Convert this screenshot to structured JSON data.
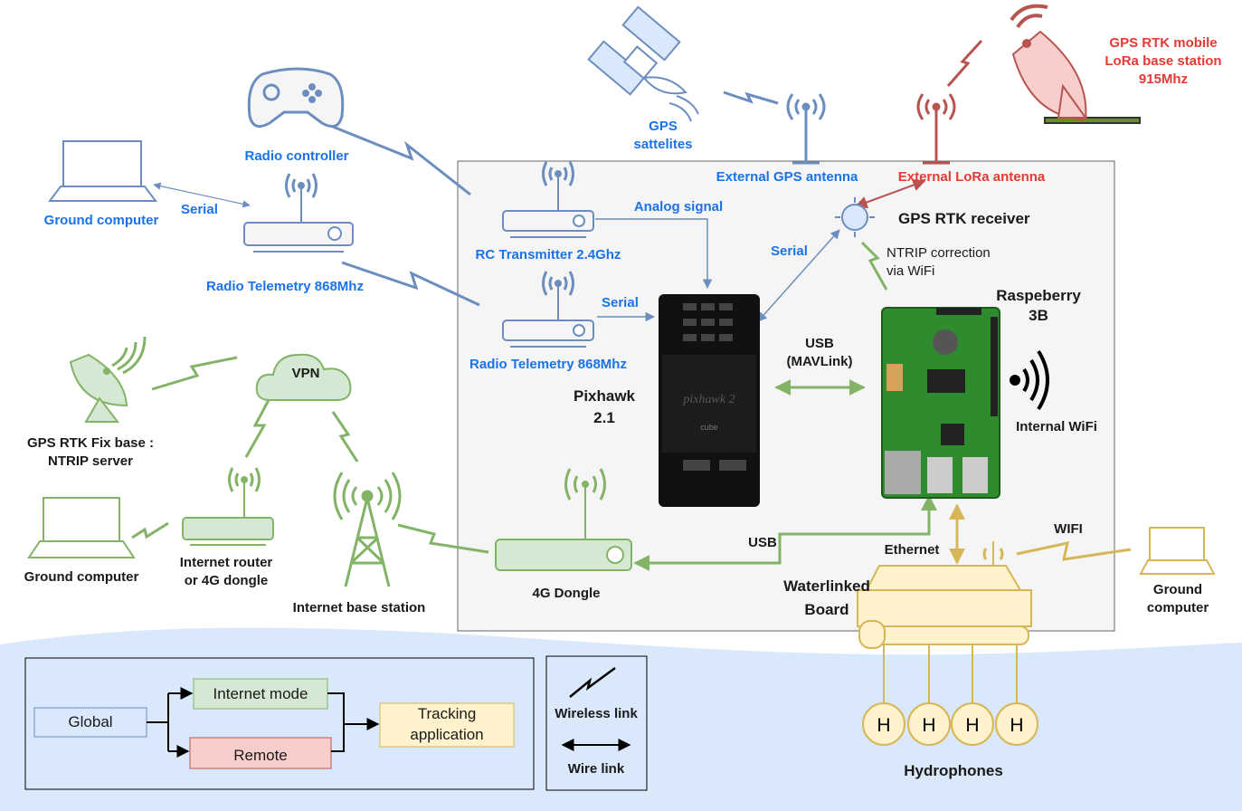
{
  "colors": {
    "blue": "#1a73e8",
    "icon_blue": "#6c8ebf",
    "red": "#e53935",
    "icon_red": "#b85450",
    "green": "#82b366",
    "yellow": "#d6b656",
    "panel_bg": "#f5f5f5",
    "water": "#dae8fc"
  },
  "labels": {
    "gps_satellites_1": "GPS",
    "gps_satellites_2": "sattelites",
    "lora_base_1": "GPS RTK mobile",
    "lora_base_2": "LoRa base station",
    "lora_base_3": "915Mhz",
    "radio_controller": "Radio controller",
    "ground_computer_top": "Ground computer",
    "serial_left": "Serial",
    "radio_telemetry_ground": "Radio Telemetry 868Mhz",
    "external_gps_antenna": "External GPS antenna",
    "external_lora_antenna": "External LoRa antenna",
    "gps_rtk_receiver": "GPS RTK receiver",
    "analog_signal": "Analog signal",
    "rc_transmitter": "RC Transmitter 2.4Ghz",
    "serial_mid": "Serial",
    "serial_rt": "Serial",
    "ntrip_1": "NTRIP correction",
    "ntrip_2": "via WiFi",
    "raspberry_1": "Raspeberry",
    "raspberry_2": "3B",
    "radio_telemetry_onboard": "Radio Telemetry 868Mhz",
    "usb_mavlink_1": "USB",
    "usb_mavlink_2": "(MAVLink)",
    "pixhawk_1": "Pixhawk",
    "pixhawk_2": "2.1",
    "internal_wifi": "Internal WiFi",
    "vpn": "VPN",
    "gps_fix_base_1": "GPS RTK Fix base :",
    "gps_fix_base_2": "NTRIP server",
    "ground_computer_left": "Ground computer",
    "internet_router_1": "Internet router",
    "internet_router_2": "or 4G dongle",
    "internet_base_station": "Internet base station",
    "dongle_4g": "4G Dongle",
    "usb_dongle": "USB",
    "ethernet": "Ethernet",
    "wifi_right": "WIFI",
    "ground_computer_right_1": "Ground",
    "ground_computer_right_2": "computer",
    "waterlinked_1": "Waterlinked",
    "waterlinked_2": "Board",
    "hydrophones": "Hydrophones",
    "hydrophone_letter": "H",
    "pixhawk_brand": "pixhawk 2",
    "pixhawk_cube": "cube"
  },
  "legend": {
    "global": "Global",
    "internet_mode": "Internet mode",
    "remote": "Remote",
    "tracking_1": "Tracking",
    "tracking_2": "application",
    "wireless_link": "Wireless link",
    "wire_link": "Wire link"
  }
}
